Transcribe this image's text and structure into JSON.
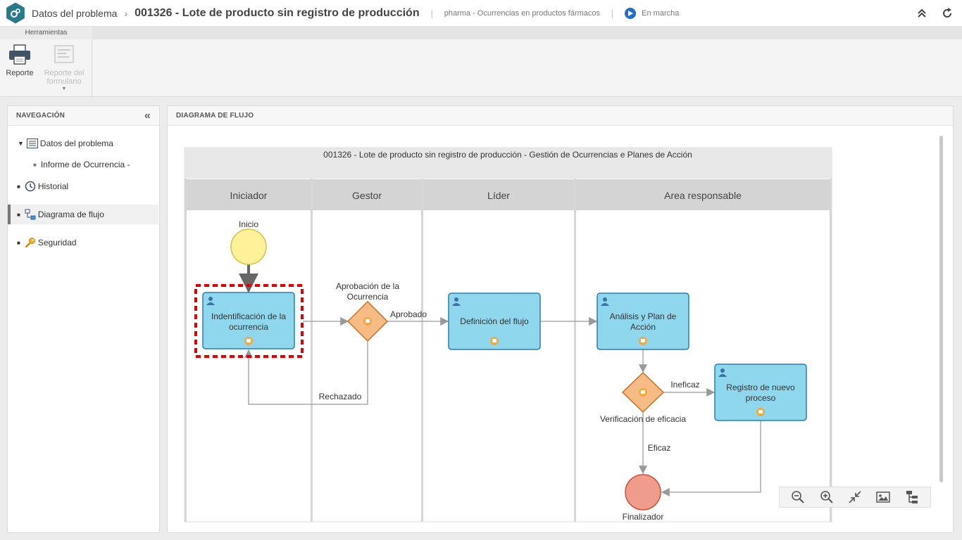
{
  "header": {
    "breadcrumb": "Datos del problema",
    "title": "001326 - Lote de producto sin registro de producción",
    "category": "pharma - Ocurrencias en productos fármacos",
    "status": "En marcha"
  },
  "ribbon": {
    "tab": "Herramientas",
    "report_label": "Reporte",
    "form_report_label_1": "Reporte del",
    "form_report_label_2": "formulario"
  },
  "navigation": {
    "title": "NAVEGACIÓN",
    "items": [
      {
        "label": "Datos del problema"
      },
      {
        "label": "Informe de Ocurrencia -"
      },
      {
        "label": "Historial"
      },
      {
        "label": "Diagrama de flujo"
      },
      {
        "label": "Seguridad"
      }
    ]
  },
  "flow": {
    "panel_title": "DIAGRAMA DE FLUJO",
    "pool_title": "001326 - Lote de producto sin registro de producción - Gestión de Ocurrencias e Planes de Acción",
    "lanes": [
      "Iniciador",
      "Gestor",
      "Líder",
      "Area responsable"
    ],
    "start_label": "Inicio",
    "task_identificacion_1": "Indentificación de la",
    "task_identificacion_2": "ocurrencia",
    "gateway_aprobacion_1": "Aprobación de la",
    "gateway_aprobacion_2": "Ocurrencia",
    "edge_aprobado": "Aprobado",
    "edge_rechazado": "Rechazado",
    "task_definicion": "Definición del flujo",
    "task_analisis_1": "Análisis y Plan de",
    "task_analisis_2": "Acción",
    "gateway_verificacion": "Verificación de eficacia",
    "edge_ineficaz": "Ineficaz",
    "edge_eficaz": "Eficaz",
    "task_registro_1": "Registro de nuevo",
    "task_registro_2": "proceso",
    "end_label": "Finalizador"
  },
  "colors": {
    "task_fill": "#8fd7ed",
    "task_stroke": "#2a7fb0",
    "gateway_fill": "#f7bc85",
    "gateway_stroke": "#c9701f",
    "start_fill": "#fdf19a",
    "end_fill": "#f09c8c",
    "highlight": "#e00000"
  },
  "icons": [
    "gear-icon",
    "chevron-right-icon",
    "play-circle-icon",
    "collapse-up-icon",
    "refresh-icon",
    "printer-icon",
    "form-report-icon",
    "double-chevron-left-icon",
    "list-icon",
    "history-icon",
    "flow-icon",
    "key-icon",
    "zoom-out-icon",
    "zoom-in-icon",
    "fit-icon",
    "image-icon",
    "layout-icon"
  ]
}
